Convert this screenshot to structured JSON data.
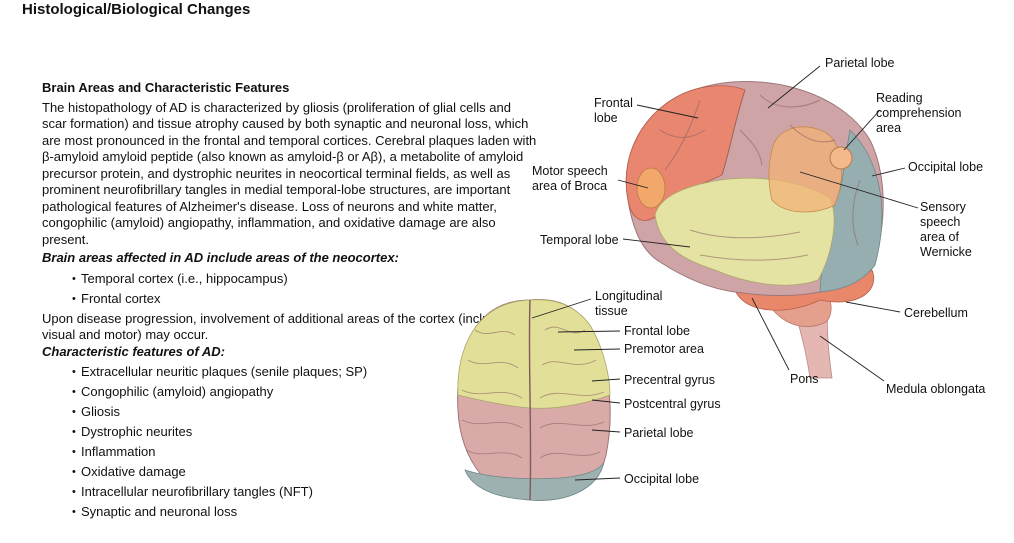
{
  "page_title": "Histological/Biological Changes",
  "section_heading": "Brain Areas and Characteristic Features",
  "intro_paragraph": "The histopathology of AD is characterized by gliosis (proliferation of glial cells and scar formation) and tissue atrophy caused by both synaptic and neuronal loss, which are most pronounced in the frontal and temporal cortices. Cerebral plaques laden with β-amyloid amyloid peptide (also known as amyloid-β or Aβ), a metabolite of amyloid precursor protein, and dystrophic neurites in neocortical terminal fields, as well as prominent neurofibrillary tangles in medial temporal-lobe structures, are important pathological features of Alzheimer's disease. Loss of neurons and white matter, congophilic (amyloid) angiopathy, inflammation, and oxidative damage are also present.",
  "affected_areas": {
    "heading": "Brain areas affected in AD include areas of the neocortex:",
    "items": [
      "Temporal cortex (i.e., hippocampus)",
      "Frontal cortex"
    ]
  },
  "progression_paragraph": "Upon disease progression, involvement of additional areas of the cortex (including visual and motor) may occur.",
  "features": {
    "heading": "Characteristic features of AD:",
    "items": [
      "Extracellular neuritic plaques (senile plaques; SP)",
      "Congophilic (amyloid) angiopathy",
      "Gliosis",
      "Dystrophic neurites",
      "Inflammation",
      "Oxidative damage",
      "Intracellular neurofibrillary tangles (NFT)",
      "Synaptic and neuronal loss"
    ]
  },
  "lateral_view_labels": {
    "parietal_lobe": "Parietal lobe",
    "frontal_lobe": "Frontal\nlobe",
    "reading_area": "Reading\ncomprehension\narea",
    "occipital_lobe": "Occipital lobe",
    "broca": "Motor speech\narea of Broca",
    "wernicke": "Sensory\nspeech\narea of\nWernicke",
    "temporal_lobe": "Temporal lobe",
    "cerebellum": "Cerebellum",
    "pons": "Pons",
    "medulla": "Medula oblongata"
  },
  "superior_view_labels": {
    "longitudinal_fissure": "Longitudinal\ntissue",
    "frontal_lobe": "Frontal lobe",
    "premotor_area": "Premotor area",
    "precentral_gyrus": "Precentral gyrus",
    "postcentral_gyrus": "Postcentral gyrus",
    "parietal_lobe": "Parietal lobe",
    "occipital_lobe": "Occipital lobe"
  },
  "colors": {
    "frontal": "#e9866f",
    "parietal": "#cfa4a6",
    "temporal": "#e5e3a4",
    "occipital": "#97aeb1",
    "motor_speech": "#f2a76b",
    "cerebellum": "#e8876a",
    "superior_frontal": "#e2df98",
    "superior_parietal": "#d9aaa8",
    "superior_occipital": "#9db1b0"
  }
}
